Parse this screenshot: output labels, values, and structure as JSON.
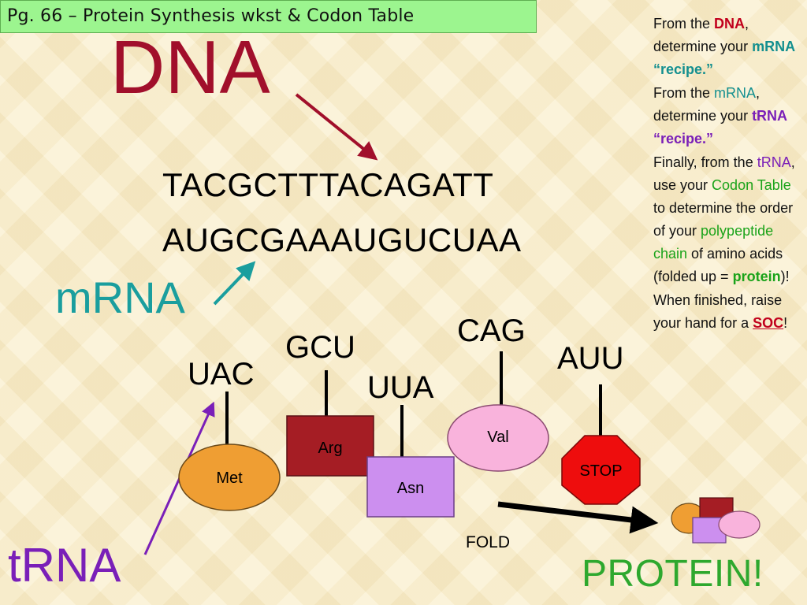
{
  "title": "Pg. 66  – Protein Synthesis wkst & Codon Table",
  "dna_heading": "DNA",
  "dna_sequence": "TACGCTTTACAGATT",
  "mrna_sequence": "AUGCGAAAUGUCUAA",
  "mrna_label": "mRNA",
  "trna_label": "tRNA",
  "protein_label": "PROTEIN!",
  "fold_label": "FOLD",
  "anticodons": [
    "UAC",
    "GCU",
    "UUA",
    "CAG",
    "AUU"
  ],
  "amino_acids": [
    "Met",
    "Arg",
    "Asn",
    "Val",
    "STOP"
  ],
  "colors": {
    "dna": "#a10f2b",
    "mrna": "#1a9e9e",
    "trna": "#7a1fb8",
    "protein": "#2ea82e",
    "met": "#ef9e33",
    "arg": "#a51d24",
    "asn": "#cc8fef",
    "val": "#f9b3dc",
    "stop": "#ee0d0d",
    "title_bg": "#9cf58f"
  },
  "sidebar": {
    "p1": [
      "From the ",
      "DNA",
      ", determine your ",
      "mRNA “recipe.”"
    ],
    "p2": [
      "From the ",
      "mRNA",
      ", determine your ",
      "tRNA “recipe.”"
    ],
    "p3": [
      "Finally, from the ",
      "tRNA",
      ", use your ",
      "Codon Table",
      " to determine the order of your ",
      "polypeptide chain",
      " of amino acids (folded up = ",
      "protein",
      ")!"
    ],
    "p4": [
      "When finished, raise your hand for a ",
      "SOC",
      "!"
    ]
  }
}
